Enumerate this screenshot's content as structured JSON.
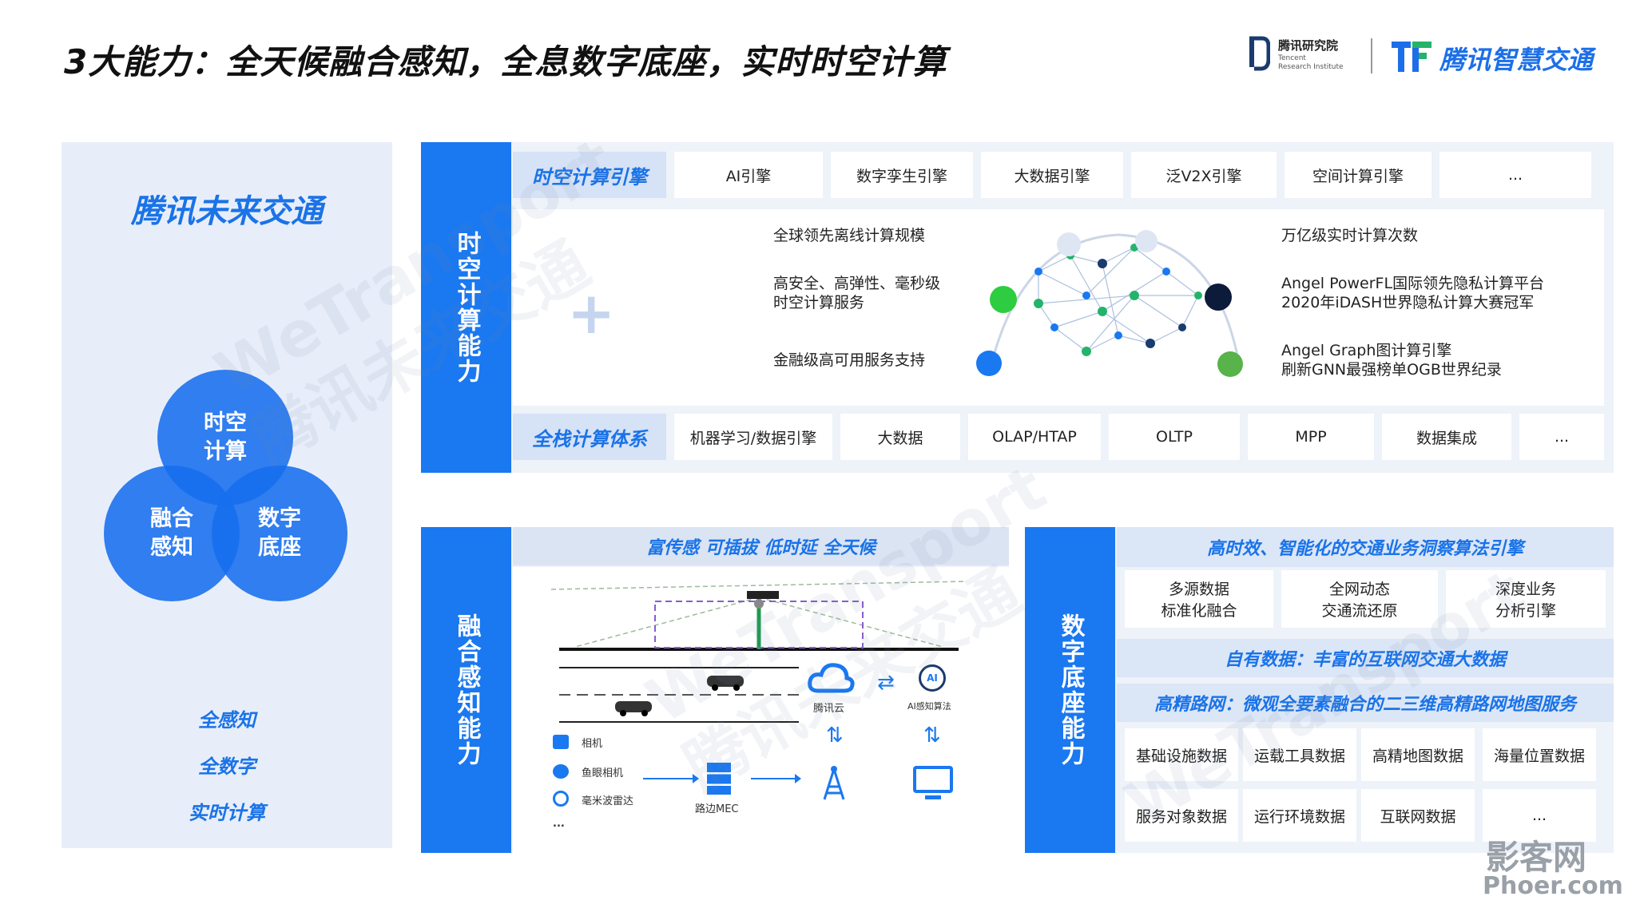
{
  "header": {
    "title": "3大能力：全天候融合感知，全息数字底座，实时时空计算",
    "logo1_name": "腾讯研究院",
    "logo1_en1": "Tencent",
    "logo1_en2": "Research Institute",
    "logo2_name": "腾讯智慧交通"
  },
  "left": {
    "title": "腾讯未来交通",
    "circles": [
      "时空\n计算",
      "融合\n感知",
      "数字\n底座"
    ],
    "items": [
      "全感知",
      "全数字",
      "实时计算"
    ]
  },
  "compute": {
    "side_label": "时空计算能力",
    "engine_label": "时空计算引擎",
    "engines": [
      "AI引擎",
      "数字孪生引擎",
      "大数据引擎",
      "泛V2X引擎",
      "空间计算引擎",
      "..."
    ],
    "left_points": [
      "全球领先离线计算规模",
      "高安全、高弹性、毫秒级\n时空计算服务",
      "金融级高可用服务支持"
    ],
    "right_points": [
      "万亿级实时计算次数",
      "Angel PowerFL国际领先隐私计算平台\n2020年iDASH世界隐私计算大赛冠军",
      "Angel Graph图计算引擎\n刷新GNN最强榜单OGB世界纪录"
    ],
    "stack_label": "全栈计算体系",
    "stack": [
      "机器学习/数据引擎",
      "大数据",
      "OLAP/HTAP",
      "OLTP",
      "MPP",
      "数据集成",
      "..."
    ]
  },
  "sensing": {
    "side_label": "融合感知能力",
    "banner": "富传感  可插拔  低时延  全天候",
    "devices": [
      "相机",
      "鱼眼相机",
      "毫米波雷达",
      "..."
    ],
    "edge": "路边MEC",
    "cloud": "腾讯云",
    "ai": "AI感知算法",
    "ai_badge": "AI"
  },
  "digital": {
    "side_label": "数字底座能力",
    "band1": "高时效、智能化的交通业务洞察算法引擎",
    "row1": [
      "多源数据\n标准化融合",
      "全网动态\n交通流还原",
      "深度业务\n分析引擎"
    ],
    "band2": "自有数据：丰富的互联网交通大数据",
    "band3": "高精路网：微观全要素融合的二三维高精路网地图服务",
    "grid_row1": [
      "基础设施数据",
      "运载工具数据",
      "高精地图数据",
      "海量位置数据"
    ],
    "grid_row2": [
      "服务对象数据",
      "运行环境数据",
      "互联网数据",
      "..."
    ]
  },
  "watermark": {
    "text1": "WeTransport",
    "text2": "腾讯未来交通",
    "corner1": "影客网",
    "corner2": "Phoer.com"
  },
  "colors": {
    "brand_blue": "#1a78f0",
    "panel_bg": "#eef2f9",
    "left_bg": "#e8eef9"
  }
}
